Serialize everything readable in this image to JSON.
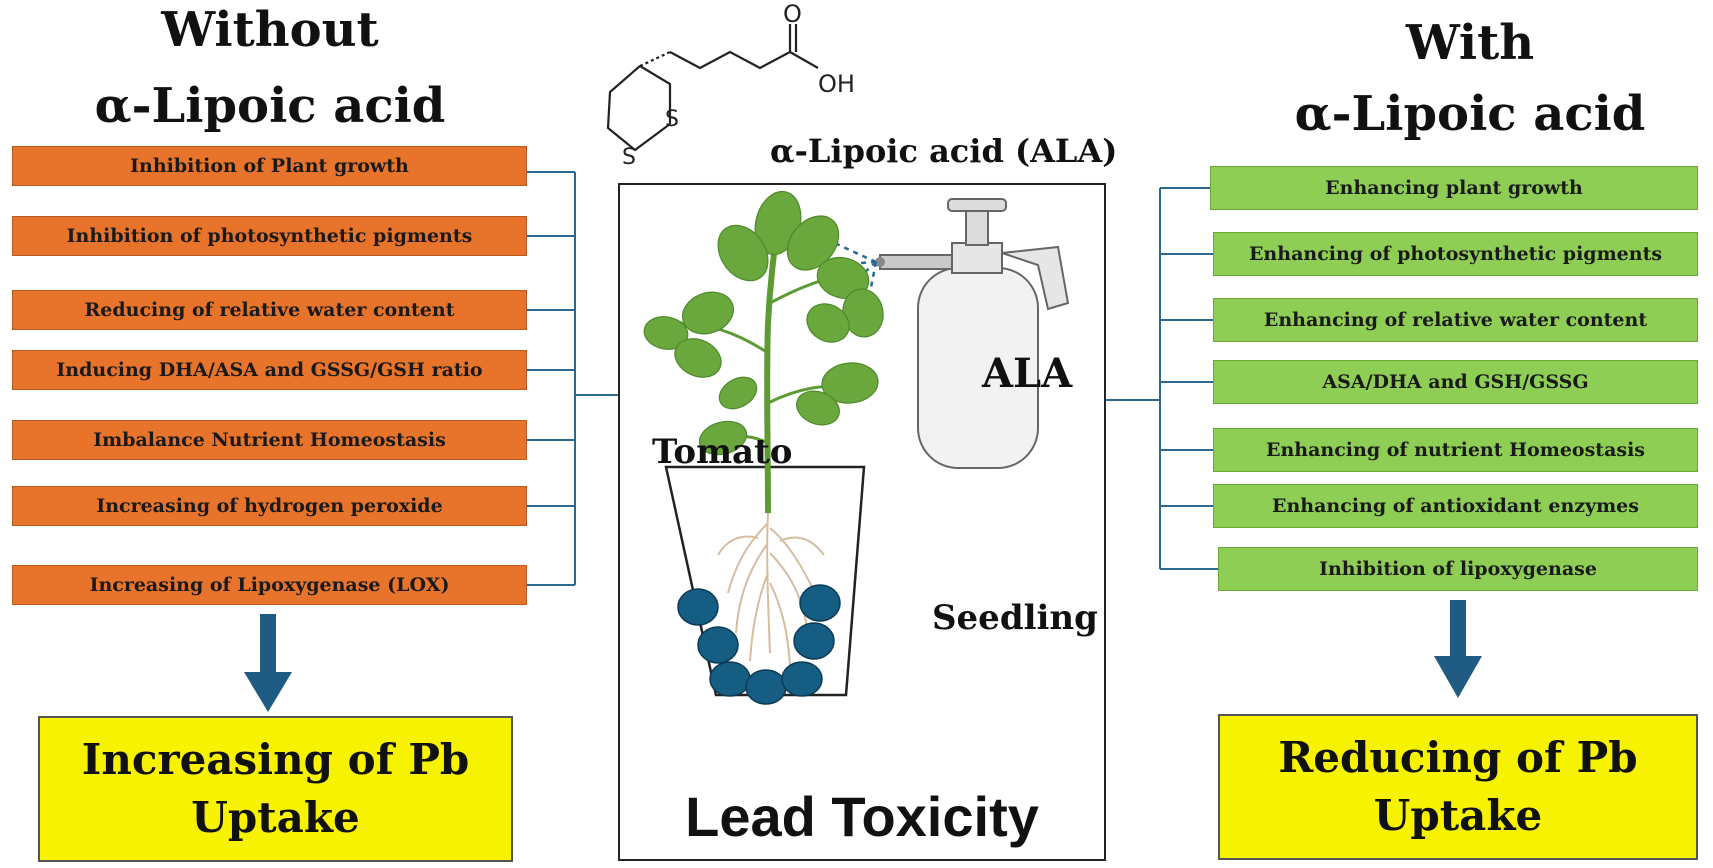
{
  "left": {
    "heading_line1": "Without",
    "heading_line2": "α-Lipoic acid",
    "effects": [
      "Inhibition of Plant growth",
      "Inhibition of photosynthetic pigments",
      "Reducing of relative water content",
      "Inducing DHA/ASA and GSSG/GSH ratio",
      "Imbalance Nutrient Homeostasis",
      "Increasing of hydrogen peroxide",
      "Increasing of Lipoxygenase (LOX)"
    ],
    "result_line1": "Increasing of Pb",
    "result_line2": "Uptake"
  },
  "right": {
    "heading_line1": "With",
    "heading_line2": "α-Lipoic acid",
    "effects": [
      "Enhancing plant growth",
      "Enhancing of photosynthetic pigments",
      "Enhancing of relative water content",
      "ASA/DHA and GSH/GSSG",
      "Enhancing of nutrient Homeostasis",
      "Enhancing of antioxidant enzymes",
      "Inhibition of lipoxygenase"
    ],
    "result_line1": "Reducing of Pb",
    "result_line2": "Uptake"
  },
  "center": {
    "molecule_label": "α-Lipoic acid (ALA)",
    "molecule_atoms": {
      "oxygen": "O",
      "hydroxyl": "OH",
      "sulfur": "S"
    },
    "sprayer_label": "ALA",
    "plant_label": "Tomato",
    "seedling_label": "Seedling",
    "title": "Lead Toxicity"
  },
  "colors": {
    "orange_box": "#e8732a",
    "green_box": "#8fce55",
    "yellow_box": "#f7f200",
    "arrow": "#1f5b82",
    "connector": "#2b6a8e",
    "lead_ball": "#165d83"
  }
}
